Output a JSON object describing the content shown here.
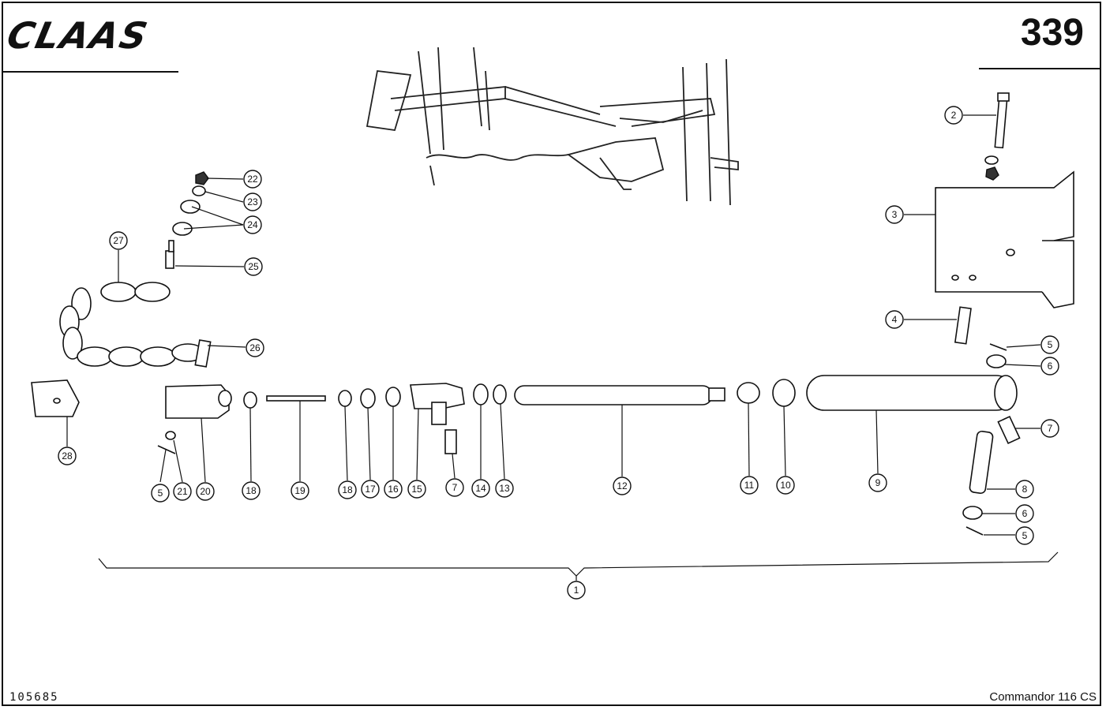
{
  "header": {
    "brand": "CLAAS",
    "page_number": "339"
  },
  "footer": {
    "document_number": "105685",
    "model": "Commandor 116 CS"
  },
  "callouts": [
    "1",
    "2",
    "3",
    "4",
    "5",
    "5",
    "5",
    "6",
    "6",
    "7",
    "7",
    "8",
    "9",
    "10",
    "11",
    "12",
    "13",
    "14",
    "15",
    "16",
    "17",
    "18",
    "18",
    "19",
    "20",
    "21",
    "22",
    "23",
    "24",
    "25",
    "26",
    "27",
    "28"
  ]
}
